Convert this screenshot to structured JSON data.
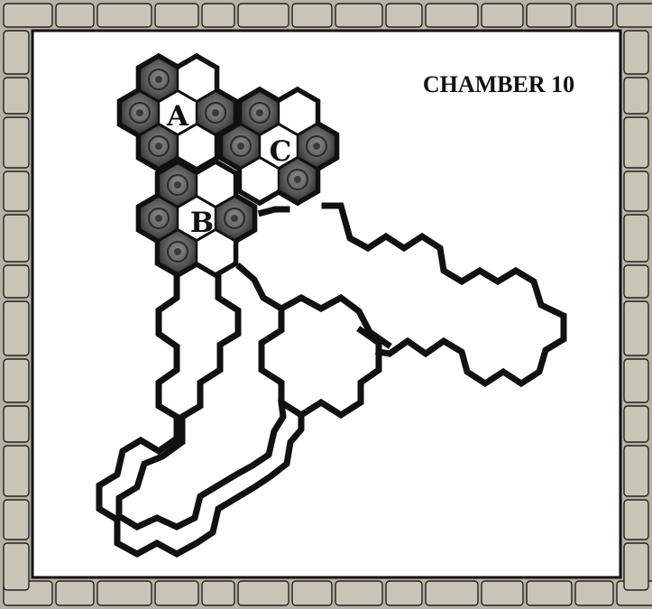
{
  "map": {
    "title": "CHAMBER 10",
    "areas": [
      {
        "id": "A",
        "label": "A"
      },
      {
        "id": "B",
        "label": "B"
      },
      {
        "id": "C",
        "label": "C"
      }
    ]
  },
  "colors": {
    "wall": "#111111",
    "floor": "#ffffff",
    "frame_stone": "#c9c4b6",
    "boulder": "#5c5c5c"
  },
  "icons": {
    "frame": "stone-wall-border",
    "blocked_hex": "boulder-icon"
  }
}
